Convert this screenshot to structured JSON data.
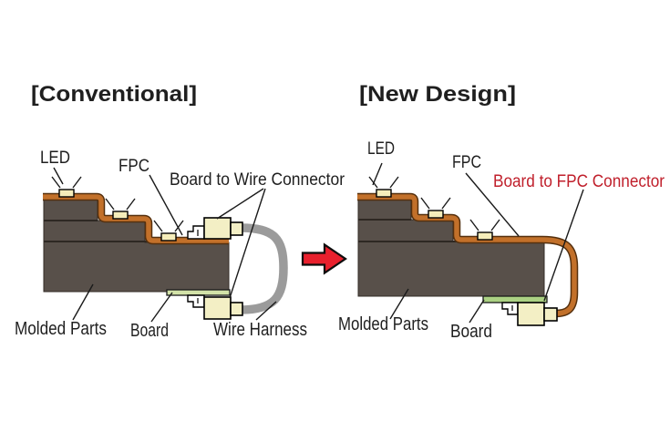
{
  "figure": {
    "background": "#ffffff",
    "colors": {
      "molded_parts": "#58504a",
      "fpc_orange": "#c2702a",
      "fpc_outline": "#55300e",
      "led_chip": "#f5edba",
      "connector_body": "#f3efc5",
      "wire_harness_gray": "#9b9b9b",
      "board_left_green": "#d2e2a8",
      "board_right_green": "#abd183",
      "arrow_red": "#e8202d",
      "label_text": "#1f1f1f",
      "highlight_label_red": "#c0202c"
    },
    "left": {
      "title": "[Conventional]",
      "labels": {
        "led": "LED",
        "fpc": "FPC",
        "connector": "Board to Wire Connector",
        "molded_parts": "Molded Parts",
        "board": "Board",
        "wire_harness": "Wire Harness"
      }
    },
    "right": {
      "title": "[New Design]",
      "labels": {
        "led": "LED",
        "fpc": "FPC",
        "connector": "Board to FPC Connector",
        "molded_parts": "Molded Parts",
        "board": "Board"
      }
    }
  }
}
